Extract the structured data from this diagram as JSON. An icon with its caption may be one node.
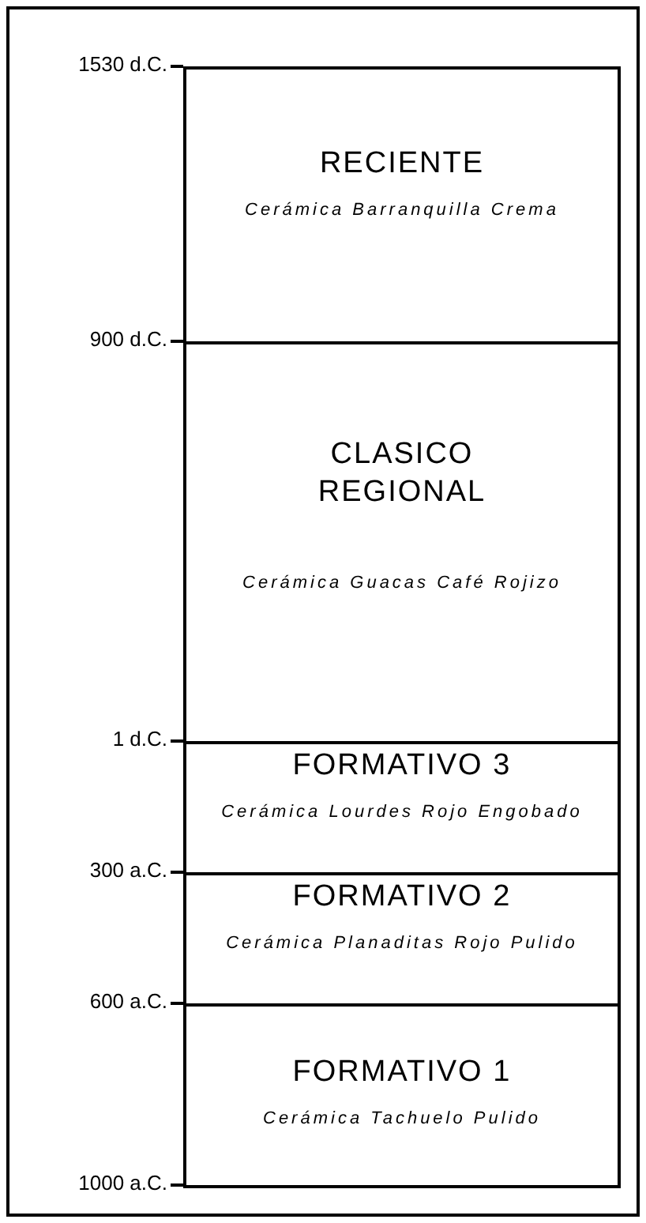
{
  "diagram": {
    "nodes": [
      {
        "text": [
          "RECIENTE",
          "Cerámica Barranquilla Crema"
        ]
      },
      {
        "text": [
          "CLASICO REGIONAL",
          "Cerámica Guacas Café Rojizo"
        ]
      },
      {
        "text": [
          "FORMATIVO 3",
          "Cerámica Lourdes Rojo Engobado"
        ]
      },
      {
        "text": [
          "FORMATIVO 2",
          "Cerámica Planaditas Rojo Pulido"
        ]
      },
      {
        "text": [
          "FORMATIVO 1",
          "Cerámica Tachuelo Pulido"
        ]
      }
    ],
    "labels": [
      "1530 d.C.",
      "900 d.C.",
      "1 d.C.",
      "300 a.C.",
      "600 a.C.",
      "1000 a.C."
    ]
  }
}
